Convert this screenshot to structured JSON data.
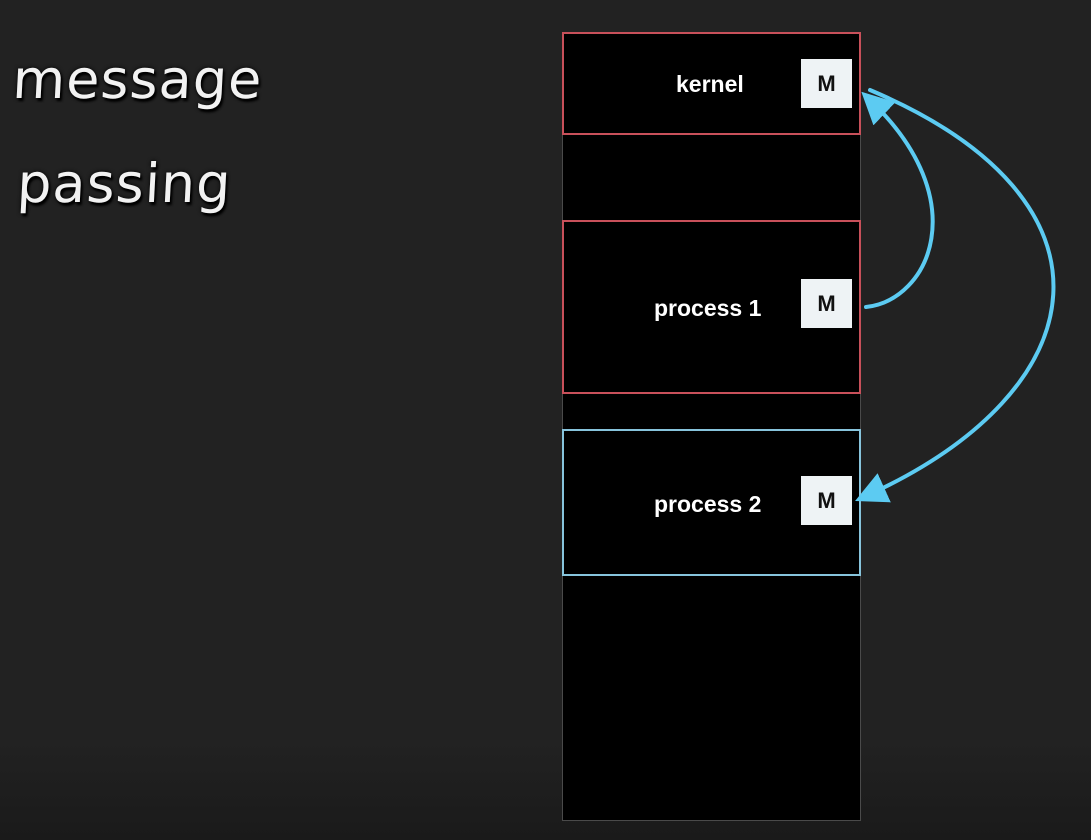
{
  "title": {
    "line1": "message",
    "line2": "passing"
  },
  "regions": {
    "kernel": {
      "label": "kernel",
      "slot": "M"
    },
    "process1": {
      "label": "process 1",
      "slot": "M"
    },
    "process2": {
      "label": "process 2",
      "slot": "M"
    }
  },
  "colors": {
    "background": "#222222",
    "memory": "#000000",
    "kernel_border": "#c8505a",
    "process1_border": "#c8505a",
    "process2_border": "#87c4dc",
    "arrow": "#5ccbf2",
    "slot": "#eef3f5"
  },
  "arrows": [
    {
      "from": "process1",
      "to": "kernel"
    },
    {
      "from": "kernel",
      "to": "process2"
    }
  ]
}
